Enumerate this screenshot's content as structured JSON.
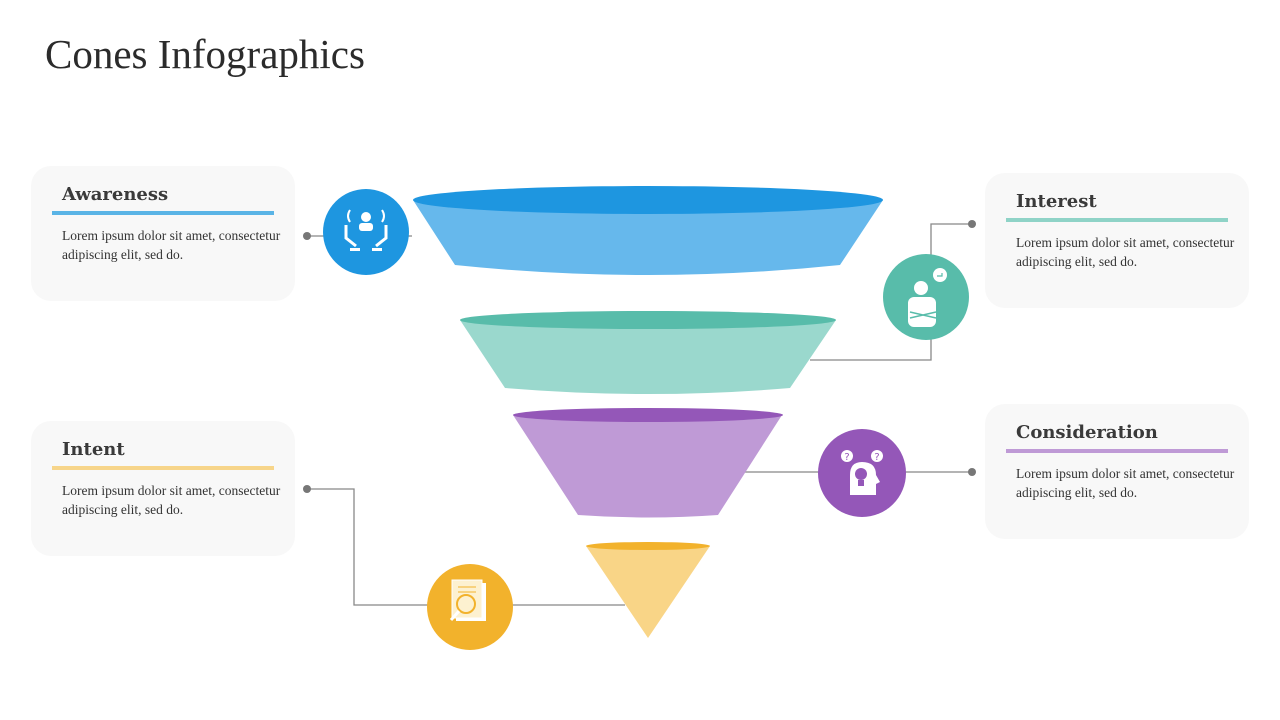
{
  "title": "Cones Infographics",
  "stages": [
    {
      "title": "Awareness",
      "text": "Lorem ipsum dolor sit amet, consectetur adipiscing elit, sed do.",
      "color": "#5ab4e6",
      "icon": "hands-person-icon"
    },
    {
      "title": "Interest",
      "text": "Lorem ipsum dolor sit amet, consectetur adipiscing elit, sed do.",
      "color": "#8fd3c7",
      "icon": "person-thumbs-up-icon"
    },
    {
      "title": "Consideration",
      "text": "Lorem ipsum dolor sit amet, consectetur adipiscing elit, sed do.",
      "color": "#bf9ad6",
      "icon": "head-lightbulb-question-icon"
    },
    {
      "title": "Intent",
      "text": "Lorem ipsum dolor sit amet, consectetur adipiscing elit, sed do.",
      "color": "#f7d58a",
      "icon": "document-search-icon"
    }
  ]
}
